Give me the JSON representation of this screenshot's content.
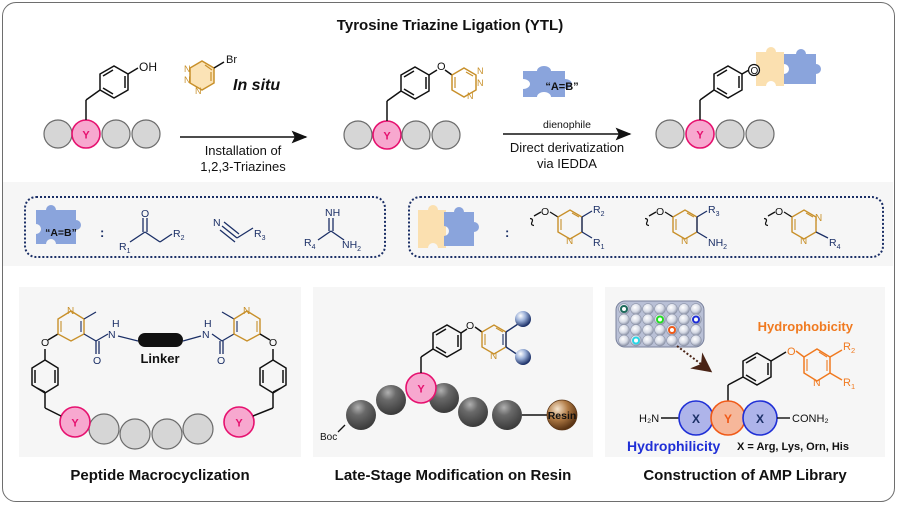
{
  "title": "Tyrosine Triazine Ligation (YTL)",
  "colors": {
    "tyrosine_fill": "#f7a8cf",
    "tyrosine_stroke": "#e6116f",
    "residue_fill": "#d6d6d6",
    "residue_stroke": "#6b6b6b",
    "triazine": "#c8902a",
    "triazine_fill": "#fbe3b6",
    "dienophile_puzzle": "#8aa4dc",
    "triazine_puzzle": "#fbe0b0",
    "navy": "#1b2f66",
    "hydrophobic": "#f07a20",
    "hydrophilic": "#1f2fd6",
    "resin": "#8a5a2c",
    "dark_bead": "#6b6b6b"
  },
  "scheme": {
    "start_label": "OH",
    "tyrosine_label": "Y",
    "reagent_substituent": "Br",
    "reagent_condition": "In situ",
    "triazine_atoms": [
      "N",
      "N",
      "N"
    ],
    "step1_label_line1": "Installation of",
    "step1_label_line2": "1,2,3-Triazines",
    "ether_label": "O",
    "dienophile_puzzle_label": "“A=B”",
    "step2_label_top": "dienophile",
    "step2_label_line1": "Direct derivatization",
    "step2_label_line2": "via IEDDA"
  },
  "scope": {
    "dienophiles": {
      "puzzle_label": "“A=B”",
      "colon": ":",
      "ketone": {
        "O": "O",
        "R1": "R",
        "R1_sub": "1",
        "R2": "R",
        "R2_sub": "2"
      },
      "nitrile": {
        "N": "N",
        "R3": "R",
        "R3_sub": "3"
      },
      "amidine": {
        "NH": "NH",
        "R4": "R",
        "R4_sub": "4",
        "NH2": "NH",
        "NH2_sub": "2"
      }
    },
    "products": {
      "colon": ":",
      "items": [
        {
          "O": "O",
          "N": "N",
          "top": "R",
          "top_sub": "2",
          "bottom": "R",
          "bottom_sub": "1"
        },
        {
          "O": "O",
          "N": "N",
          "top": "R",
          "top_sub": "3",
          "bottom": "NH",
          "bottom_sub": "2"
        },
        {
          "O": "O",
          "N": "N",
          "N2": "N",
          "bottom": "R",
          "bottom_sub": "4"
        }
      ]
    }
  },
  "applications": [
    {
      "caption": "Peptide Macrocyclization",
      "linker_label": "Linker",
      "y_label": "Y",
      "atoms": {
        "N": "N",
        "O": "O",
        "H": "H"
      }
    },
    {
      "caption": "Late-Stage Modification on Resin",
      "y_label": "Y",
      "boc_label": "Boc",
      "resin_label": "Resin",
      "atoms": {
        "N": "N",
        "O": "O"
      }
    },
    {
      "caption": "Construction of AMP Library",
      "hydrophobicity_label": "Hydrophobicity",
      "hydrophilicity_label": "Hydrophilicity",
      "x_definition": "X = Arg, Lys, Orn, His",
      "n_term": "H₂N",
      "c_term": "CONH₂",
      "x_label": "X",
      "y_label": "Y",
      "atoms": {
        "N": "N",
        "O": "O",
        "R2": "R",
        "R2_sub": "2",
        "R1": "R",
        "R1_sub": "1"
      },
      "plate_highlight_colors": [
        "#1e6b5c",
        "#22dd22",
        "#1f2fd6",
        "#f05a18",
        "#28d6e6"
      ]
    }
  ]
}
